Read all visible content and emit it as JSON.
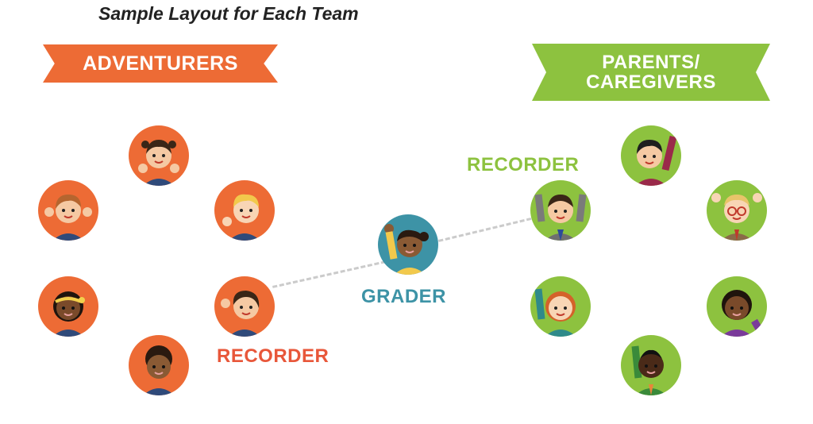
{
  "title": "Sample Layout for Each Team",
  "teams": {
    "adventurers": {
      "label": "ADVENTURERS",
      "color": "#ed6b35"
    },
    "parents": {
      "label_line1": "PARENTS/",
      "label_line2": "CAREGIVERS",
      "color": "#8dc23f"
    }
  },
  "roles": {
    "adventurer_recorder": "RECORDER",
    "parent_recorder": "RECORDER",
    "grader": "GRADER"
  },
  "colors": {
    "orange": "#ed6b35",
    "green": "#8dc23f",
    "teal": "#3d93a6",
    "connector": "#cbcbcb"
  }
}
